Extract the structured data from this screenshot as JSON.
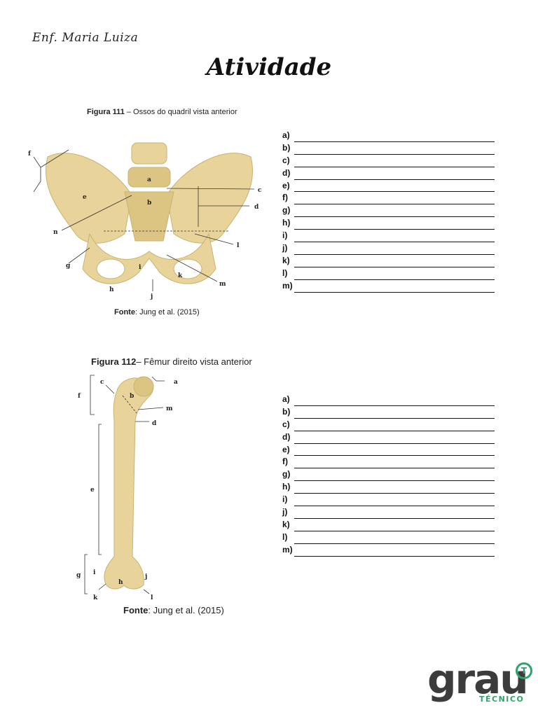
{
  "header": {
    "author": "Enf. Maria Luiza",
    "title": "Atividade"
  },
  "figure1": {
    "caption_bold": "Figura 111",
    "caption_rest": " – Ossos do quadril vista anterior",
    "source_bold": "Fonte",
    "source_rest": ": Jung et al. (2015)",
    "labels": [
      "a",
      "b",
      "c",
      "d",
      "e",
      "f",
      "g",
      "h",
      "i",
      "j",
      "k",
      "l",
      "m",
      "n"
    ]
  },
  "figure2": {
    "caption_bold": "Figura 112",
    "caption_rest": "– Fêmur direito vista anterior",
    "source_bold": "Fonte",
    "source_rest": ": Jung et al. (2015)",
    "labels": [
      "a",
      "b",
      "c",
      "d",
      "e",
      "f",
      "g",
      "h",
      "i",
      "j",
      "k",
      "l",
      "m"
    ]
  },
  "answers1": [
    "a)",
    "b)",
    "c)",
    "d)",
    "e)",
    "f)",
    "g)",
    "h)",
    "i)",
    "j)",
    "k)",
    "l)",
    "m)"
  ],
  "answers2": [
    "a)",
    "b)",
    "c)",
    "d)",
    "e)",
    "f)",
    "g)",
    "h)",
    "i)",
    "j)",
    "k)",
    "l)",
    "m)"
  ],
  "logo": {
    "word": "grau",
    "sub": "TÉCNICO",
    "badge": "T",
    "colors": {
      "dark": "#3c3c3c",
      "green": "#2ea36b"
    }
  },
  "colors": {
    "bone": "#e8d49a",
    "bone_dark": "#c9b272"
  }
}
